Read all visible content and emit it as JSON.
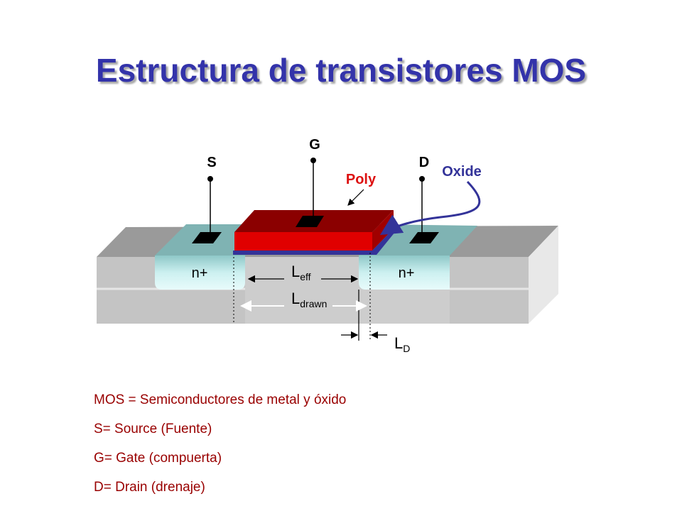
{
  "slide": {
    "title": "Estructura de transistores MOS"
  },
  "diagram": {
    "terminals": {
      "source": "S",
      "gate": "G",
      "drain": "D"
    },
    "layers": {
      "poly": "Poly",
      "oxide": "Oxide"
    },
    "regions": {
      "source_doping": "n+",
      "drain_doping": "n+"
    },
    "dimensions": {
      "l_eff": {
        "main": "L",
        "sub": "eff"
      },
      "l_drawn": {
        "main": "L",
        "sub": "drawn"
      },
      "l_d": {
        "main": "L",
        "sub": "D"
      }
    },
    "colors": {
      "poly": "#cc0000",
      "oxide": "#333399",
      "title": "#3333aa",
      "notes": "#990000",
      "n_plus": "#c8ecec",
      "substrate": "#c0c0c0"
    }
  },
  "notes": [
    "MOS = Semiconductores de metal y óxido",
    "S= Source (Fuente)",
    "G= Gate (compuerta)",
    "D= Drain (drenaje)"
  ]
}
